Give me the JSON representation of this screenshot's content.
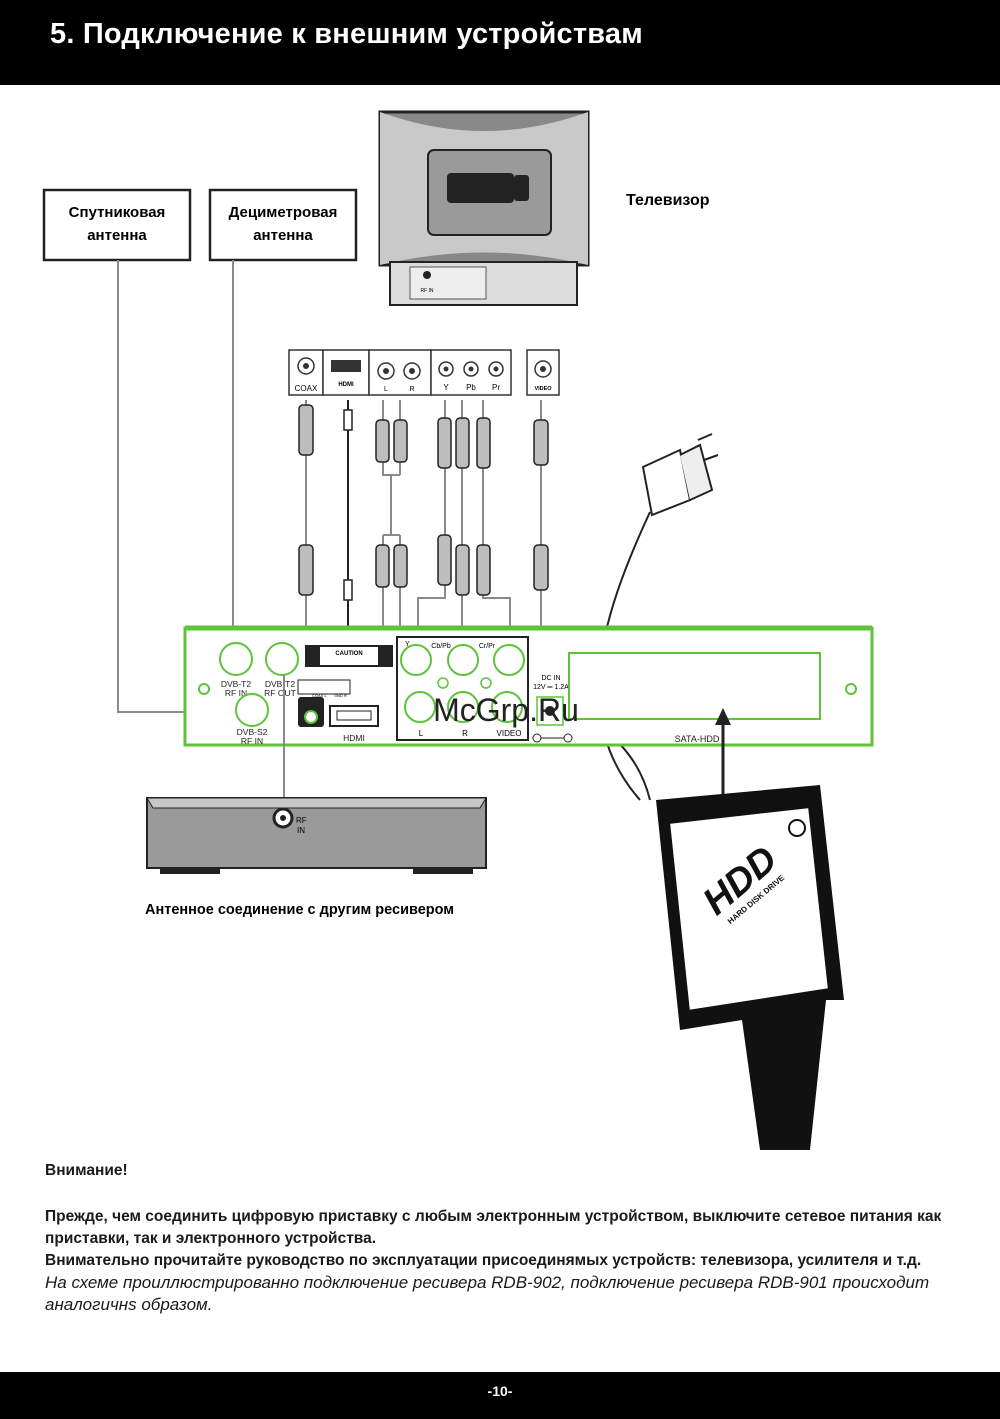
{
  "header": {
    "title": "5. Подключение к внешним устройствам"
  },
  "diagram": {
    "sat_antenna": [
      "Спутниковая",
      "антенна"
    ],
    "dec_antenna": [
      "Дециметровая",
      "антенна"
    ],
    "tv_label": "Телевизор",
    "tv_port": "RF IN",
    "connectors": {
      "coax": "COAX",
      "hdmi": "HDMI",
      "l": "L",
      "r": "R",
      "y": "Y",
      "pb": "Pb",
      "pr": "Pr",
      "video": "VIDEO"
    },
    "panel": {
      "dvbt2_in": [
        "DVB-T2",
        "RF IN"
      ],
      "dvbt2_out": [
        "DVB-T2",
        "RF OUT"
      ],
      "dvbs2_in": [
        "DVB-S2",
        "RF IN"
      ],
      "caution": "CAUTION",
      "hdmi": "HDMI",
      "cbpb": "Cb/Pb",
      "crpr": "Cr/Pr",
      "y": "Y",
      "l": "L",
      "r": "R",
      "video": "VIDEO",
      "dc_in": [
        "DC IN",
        "12V ═ 1.2A"
      ],
      "sata": "SATA-HDD",
      "coax_small": "COAX L",
      "gnd_small": "GND R"
    },
    "receiver_port": [
      "RF",
      "IN"
    ],
    "receiver_caption": "Антенное соединение с другим ресивером",
    "hdd_logo": "HDD",
    "hdd_text": "HARD DISK DRIVE",
    "watermark": "McGrp.Ru"
  },
  "note": {
    "heading": "Внимание!",
    "line1": "Прежде, чем соединить цифровую приставку с любым электронным устройством, выключите сетевое питания как приставки, так и электронного устройства.",
    "line2": "Внимательно прочитайте руководство по эксплуатации присоединямых устройств: телевизора, усилителя и т.д.",
    "line3": "На схеме проиллюстрированно подключение ресивера RDB-902, подключение ресивера RDB-901 происходит аналогичнs образом."
  },
  "footer": {
    "page": "-10-"
  },
  "colors": {
    "panel_green": "#5fc33a",
    "cable_grey": "#8a8a8a"
  }
}
